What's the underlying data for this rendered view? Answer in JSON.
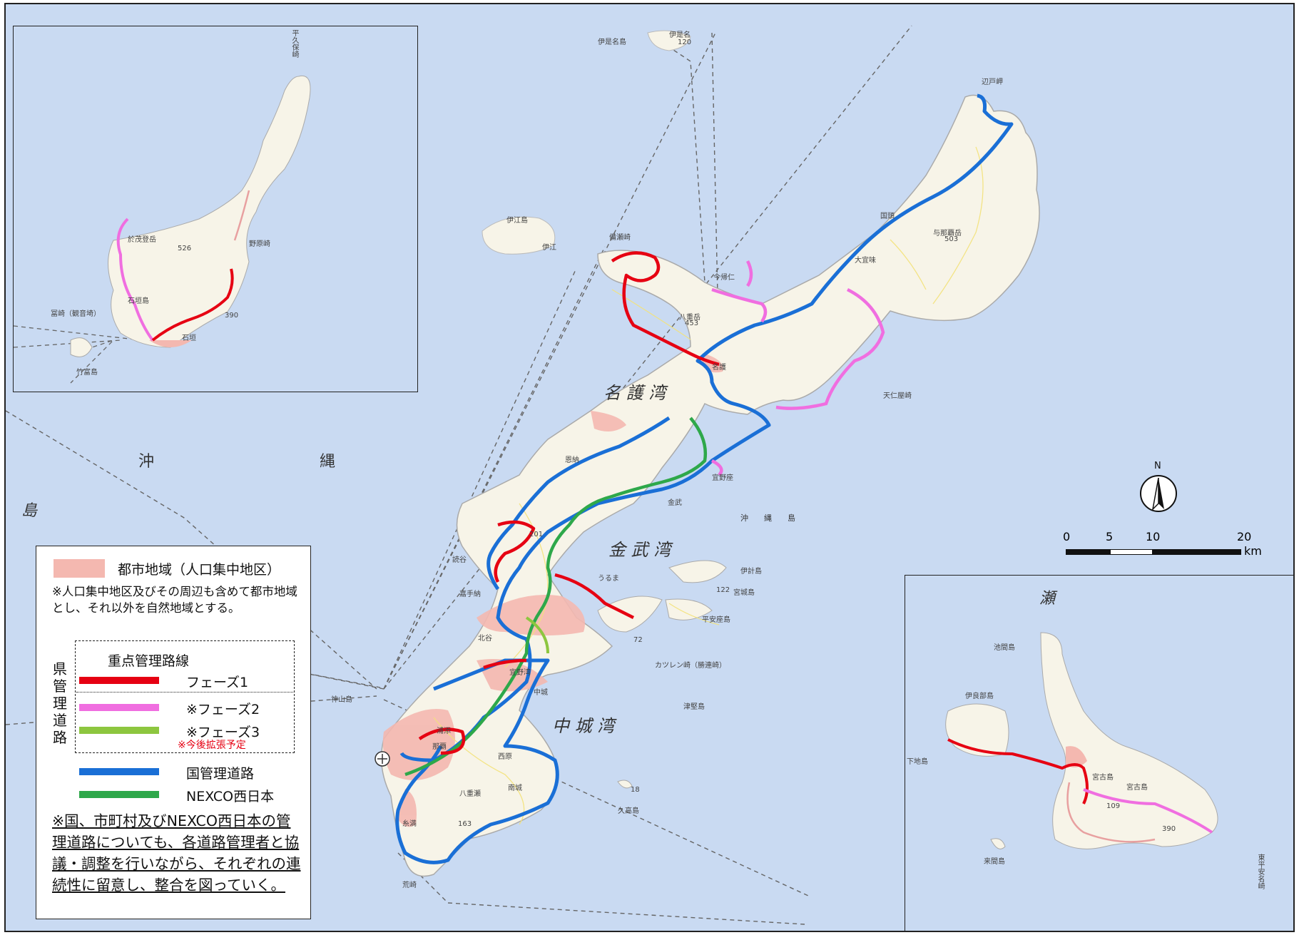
{
  "map_labels": {
    "okinawa_1": "沖",
    "okinawa_2": "縄",
    "island": "島",
    "nago_bay": "名 護 湾",
    "kin_bay": "金 武 湾",
    "nakagusuku_bay": "中 城 湾",
    "se": "瀬",
    "okinawa_small": "沖　　縄　　島"
  },
  "place_labels": {
    "izena": "伊是名島",
    "iheya": "伊是名",
    "hedo": "辺戸岬",
    "kunigami": "国頭",
    "yonaha": "与那覇岳",
    "yonaha_height": "503",
    "ie": "伊江島",
    "ie_town": "伊江",
    "motobu": "備瀬崎",
    "nakijin": "今帰仁",
    "yae": "八重岳",
    "yae_height": "453",
    "nago": "名護",
    "oogimi": "大宜味",
    "tenninhama": "天仁屋崎",
    "onna": "恩納",
    "ginoza": "宜野座",
    "kin": "金武",
    "yomitan": "読谷",
    "uruma": "うるま",
    "kadena": "嘉手納",
    "hyakuzan": "201",
    "chatan": "北谷",
    "ikei": "伊計島",
    "miyagi": "宮城島",
    "henza": "平安座島",
    "katsuren": "カツレン崎（勝連崎）",
    "tsuken": "津堅島",
    "ginowan": "宜野湾",
    "nakagusuku": "中城",
    "urasoe": "浦添",
    "naha": "那覇",
    "nishihara": "西原",
    "keramashima": "神山島",
    "yaese": "八重瀬",
    "nanjo": "南城",
    "itoman": "糸満",
    "kudaka": "久高島",
    "arasaki": "荒崎",
    "h163": "163",
    "h18": "18",
    "h122": "122",
    "h72": "72",
    "h120": "120"
  },
  "inset_top_left": {
    "hirakubo": "平久保崎",
    "omoto": "於茂登岳",
    "omoto_height": "526",
    "nobaru": "野原崎",
    "ishigaki_island": "石垣島",
    "ishigaki_town": "石垣",
    "fusaki": "冨崎（観音埼）",
    "taketomi": "竹富島",
    "route": "390"
  },
  "inset_bottom_right": {
    "ikema": "池間島",
    "irabu": "伊良部島",
    "shimoji": "下地島",
    "miyako_island": "宮古島",
    "miyako_town": "宮古島",
    "kurima": "来間島",
    "higashi_hennazaki": "東平安名崎",
    "h109": "109",
    "route": "390"
  },
  "compass": {
    "north": "N"
  },
  "scale": {
    "ticks": [
      "0",
      "5",
      "10",
      "20"
    ],
    "unit": "km"
  },
  "legend": {
    "urban_label": "都市地域（人口集中地区）",
    "urban_note": "※人口集中地区及びその周辺も含めて都市地域とし、それ以外を自然地域とする。",
    "group_label": "県管理道路",
    "priority_title": "重点管理路線",
    "phase1": "フェーズ1",
    "phase2": "※フェーズ2",
    "phase3": "※フェーズ3",
    "expansion_note": "※今後拡張予定",
    "national": "国管理道路",
    "nexco": "NEXCO西日本",
    "footnote": "※国、市町村及びNEXCO西日本の管理道路についても、各道路管理者と協議・調整を行いながら、それぞれの連続性に留意し、整合を図っていく。"
  },
  "colors": {
    "sea": "#c9daf2",
    "land": "#f7f4e8",
    "urban": "#f4b8b0",
    "phase1": "#e60012",
    "phase2": "#f06ee0",
    "phase3": "#8dc63f",
    "national": "#1a6fd6",
    "nexco": "#2ea84a"
  }
}
